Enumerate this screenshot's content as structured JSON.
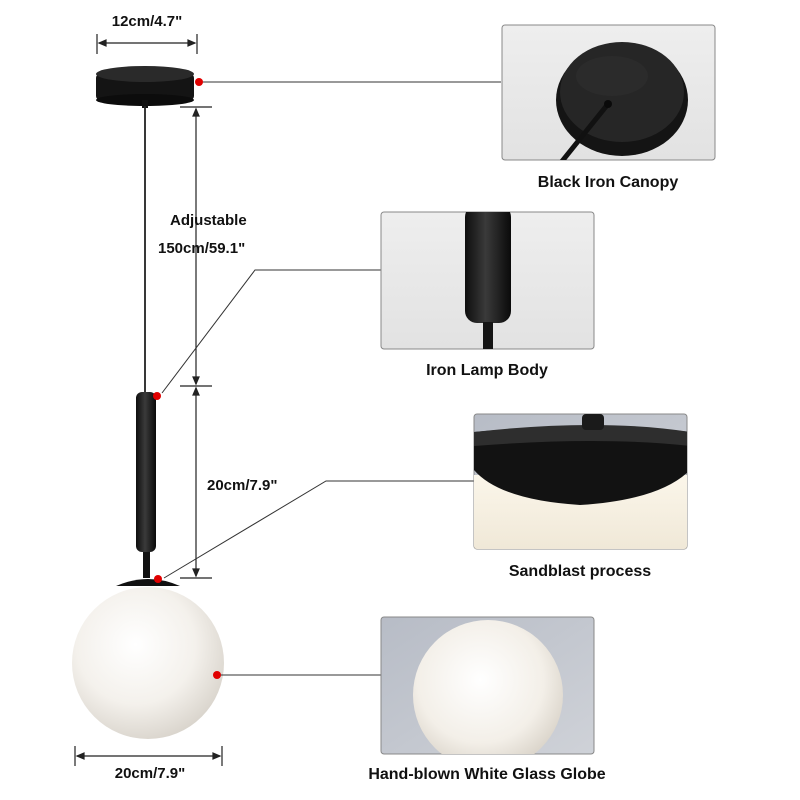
{
  "dimensions": {
    "canopy_width": "12cm/4.7\"",
    "cord_label_line1": "Adjustable",
    "cord_label_line2": "150cm/59.1\"",
    "body_height": "20cm/7.9\"",
    "globe_width": "20cm/7.9\""
  },
  "callouts": {
    "canopy": "Black Iron Canopy",
    "lamp_body": "Iron Lamp Body",
    "sandblast": "Sandblast process",
    "globe": "Hand-blown White Glass Globe"
  },
  "colors": {
    "marker": "#e00000",
    "metal": "#1c1c1c",
    "glass": "#f4f1ec"
  }
}
